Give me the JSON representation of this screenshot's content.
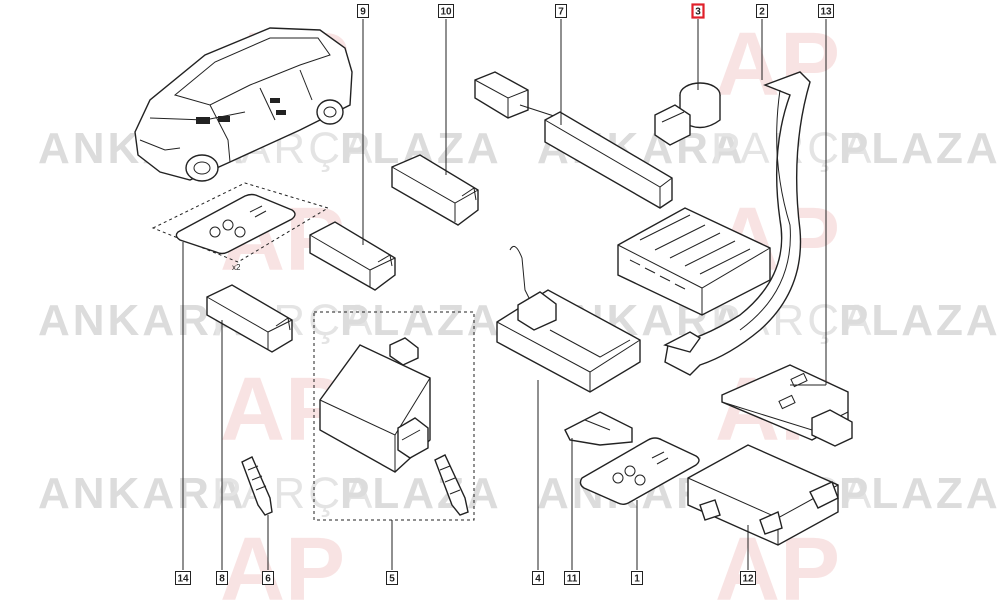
{
  "watermark": {
    "word1": "ANKARA",
    "word2": "PARÇA",
    "word3": "PLAZA",
    "logo_text": "AP",
    "color": "#dcdcdc",
    "logo_color": "#f3c9c9"
  },
  "callouts": [
    {
      "id": "c9",
      "label": "9"
    },
    {
      "id": "c10",
      "label": "10"
    },
    {
      "id": "c7",
      "label": "7"
    },
    {
      "id": "c3",
      "label": "3",
      "highlight": true
    },
    {
      "id": "c2",
      "label": "2"
    },
    {
      "id": "c13",
      "label": "13"
    },
    {
      "id": "c14",
      "label": "14"
    },
    {
      "id": "c8",
      "label": "8"
    },
    {
      "id": "c6",
      "label": "6"
    },
    {
      "id": "c5",
      "label": "5"
    },
    {
      "id": "c4",
      "label": "4"
    },
    {
      "id": "c11",
      "label": "11"
    },
    {
      "id": "c1",
      "label": "1"
    },
    {
      "id": "c12",
      "label": "12"
    }
  ],
  "card_marks": {
    "x2": "x2"
  },
  "colors": {
    "highlight": "#e0202a",
    "line": "#222222"
  }
}
